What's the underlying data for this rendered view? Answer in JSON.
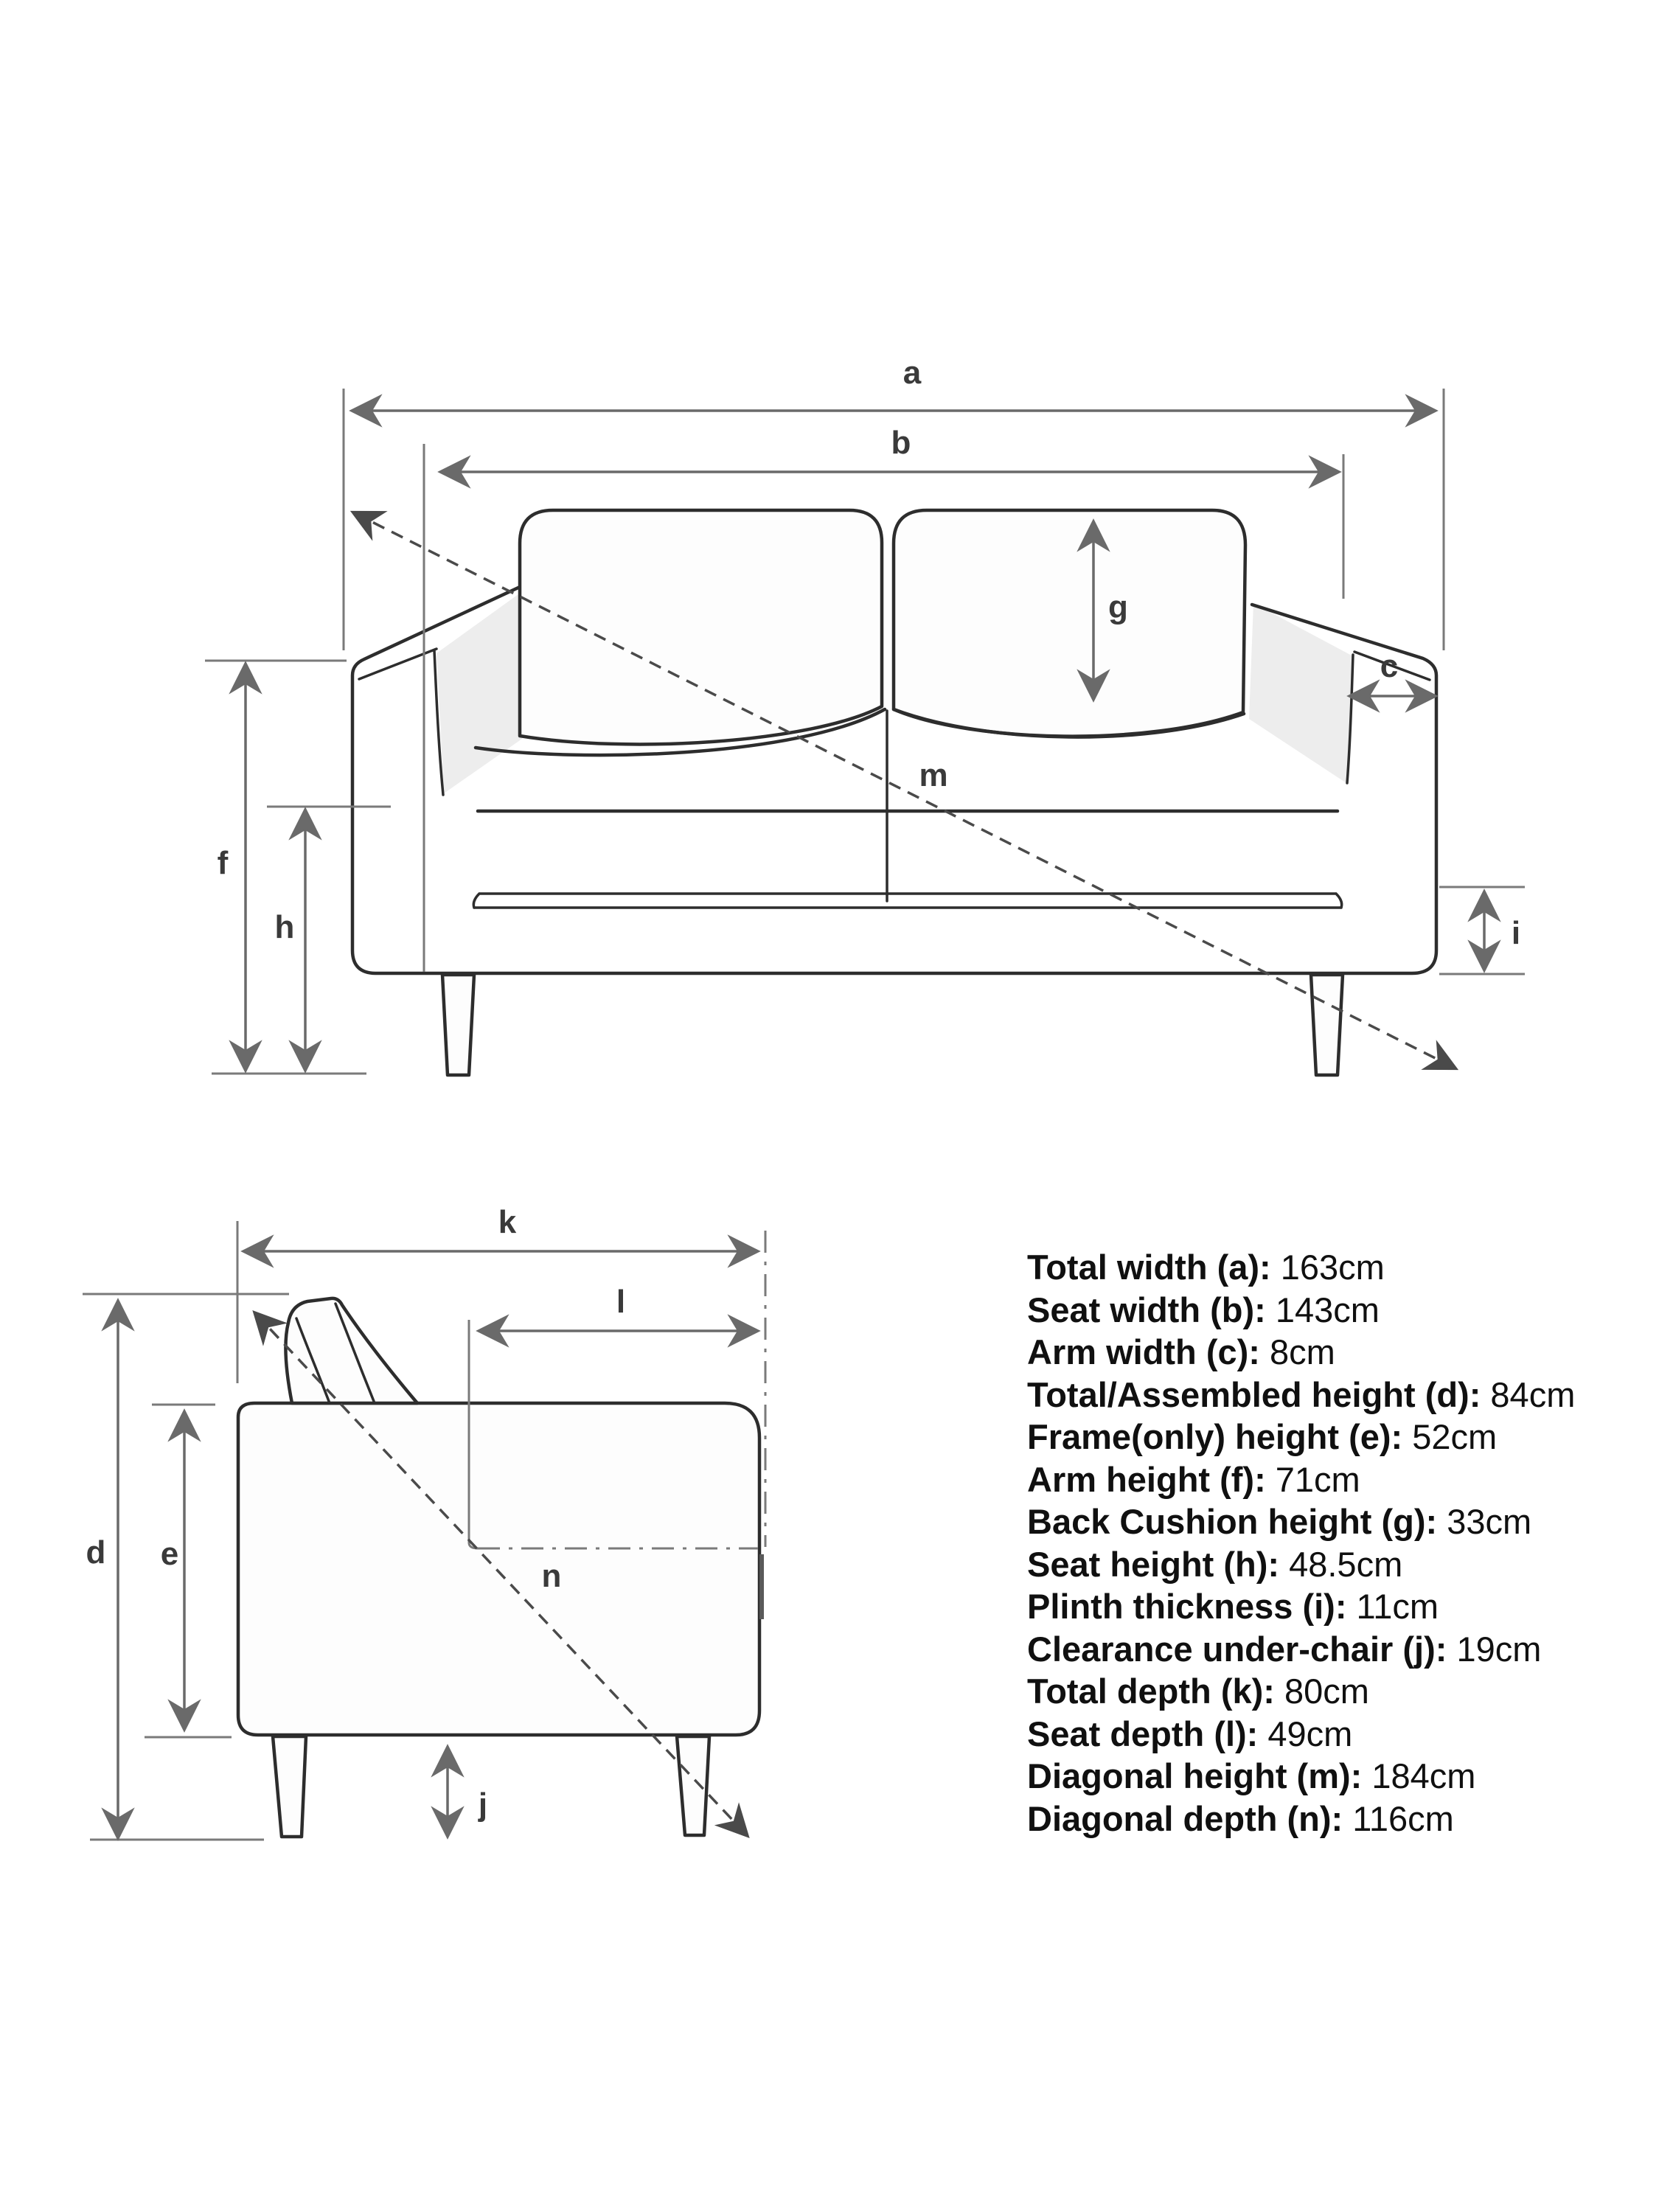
{
  "page": {
    "type": "product dimension diagram",
    "subject": "2-seater sofa technical drawing, front view and side view with dimension callouts"
  },
  "colors": {
    "background": "#ffffff",
    "sofa_line": "#2d2d2d",
    "dimension_line": "#6a6a6a",
    "diagonal_line": "#4a4a4a",
    "arm_shade": "#ededed",
    "text": "#101010"
  },
  "labels": {
    "a": "a",
    "b": "b",
    "c": "c",
    "d": "d",
    "e": "e",
    "f": "f",
    "g": "g",
    "h": "h",
    "i": "i",
    "j": "j",
    "k": "k",
    "l": "l",
    "m": "m",
    "n": "n"
  },
  "specs": {
    "items": [
      {
        "label": "Total width (a)",
        "value": "163cm"
      },
      {
        "label": "Seat width (b)",
        "value": "143cm"
      },
      {
        "label": "Arm width (c)",
        "value": "8cm"
      },
      {
        "label": "Total/Assembled height (d)",
        "value": "84cm"
      },
      {
        "label": "Frame(only) height (e)",
        "value": "52cm"
      },
      {
        "label": "Arm height (f)",
        "value": "71cm"
      },
      {
        "label": "Back Cushion height (g)",
        "value": "33cm"
      },
      {
        "label": "Seat height (h)",
        "value": "48.5cm"
      },
      {
        "label": "Plinth thickness (i)",
        "value": "11cm"
      },
      {
        "label": "Clearance under-chair (j)",
        "value": "19cm"
      },
      {
        "label": "Total depth (k)",
        "value": "80cm"
      },
      {
        "label": "Seat depth (l)",
        "value": "49cm"
      },
      {
        "label": "Diagonal height (m)",
        "value": "184cm"
      },
      {
        "label": "Diagonal depth (n)",
        "value": "116cm"
      }
    ]
  }
}
